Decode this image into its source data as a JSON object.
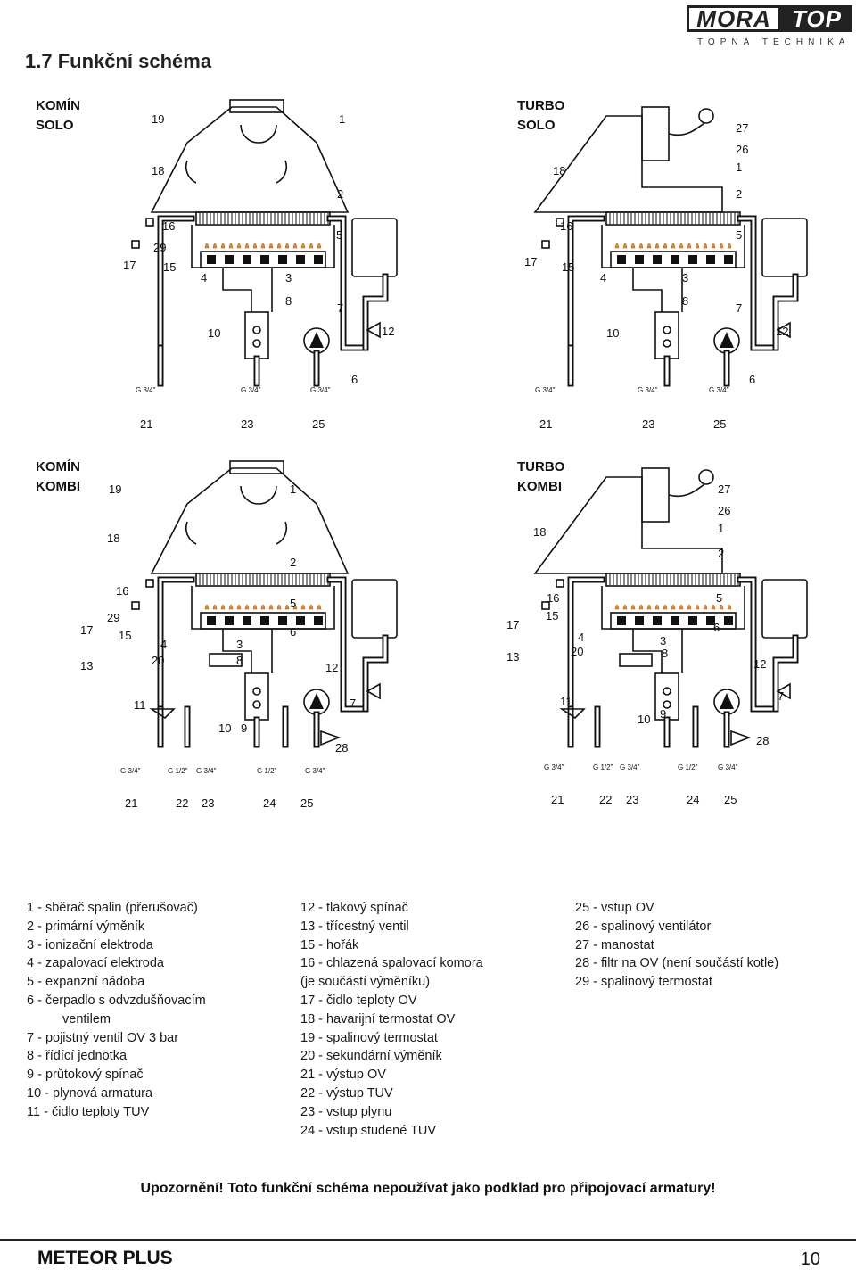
{
  "logo": {
    "main_left": "MORA",
    "main_right": "TOP",
    "tagline": "TOPNÁ TECHNIKA"
  },
  "page_title": "1.7 Funkční schéma",
  "diagrams": [
    {
      "label": "KOMÍN\nSOLO",
      "numbers": [
        "19",
        "1",
        "18",
        "2",
        "16",
        "29",
        "15",
        "17",
        "4",
        "3",
        "5",
        "8",
        "7",
        "10",
        "12",
        "6",
        "21",
        "23",
        "25"
      ],
      "connections": [
        "G 3/4\"",
        "G 3/4\"",
        "G 3/4\""
      ]
    },
    {
      "label": "TURBO\nSOLO",
      "numbers": [
        "27",
        "26",
        "1",
        "18",
        "2",
        "16",
        "5",
        "17",
        "15",
        "4",
        "3",
        "8",
        "7",
        "10",
        "12",
        "6",
        "21",
        "23",
        "25"
      ],
      "connections": [
        "G 3/4\"",
        "G 3/4\"",
        "G 3/4\""
      ]
    },
    {
      "label": "KOMÍN\nKOMBI",
      "numbers": [
        "19",
        "1",
        "18",
        "2",
        "16",
        "5",
        "29",
        "17",
        "15",
        "4",
        "3",
        "6",
        "13",
        "20",
        "8",
        "12",
        "11",
        "7",
        "10",
        "9",
        "28",
        "21",
        "22",
        "23",
        "24",
        "25"
      ],
      "connections": [
        "G 3/4\"",
        "G 1/2\"",
        "G 3/4\"",
        "G 1/2\"",
        "G 3/4\""
      ]
    },
    {
      "label": "TURBO\nKOMBI",
      "numbers": [
        "27",
        "26",
        "1",
        "18",
        "2",
        "16",
        "5",
        "15",
        "17",
        "4",
        "3",
        "6",
        "13",
        "20",
        "8",
        "12",
        "11",
        "7",
        "9",
        "10",
        "28",
        "21",
        "22",
        "23",
        "24",
        "25"
      ],
      "connections": [
        "G 3/4\"",
        "G 1/2\"",
        "G 3/4\"",
        "G 1/2\"",
        "G 3/4\""
      ]
    }
  ],
  "legend": {
    "col1": [
      "1 - sběrač spalin (přerušovač)",
      "2 - primární výměník",
      "3 - ionizační elektroda",
      "4 - zapalovací elektroda",
      "5 - expanzní nádoba",
      "6 - čerpadlo s odvzdušňovacím",
      "ventilem",
      "7 - pojistný ventil OV 3 bar",
      "8 - řídící jednotka",
      "9 - průtokový spínač",
      "10 - plynová armatura",
      "11 - čidlo teploty TUV"
    ],
    "col2": [
      "12 - tlakový spínač",
      "13 - třícestný ventil",
      "15 - hořák",
      "16 - chlazená spalovací komora",
      "(je součástí výměníku)",
      "17 - čidlo  teploty OV",
      "18 - havarijní termostat OV",
      "19 - spalinový termostat",
      "20 - sekundární výměník",
      "21 - výstup OV",
      "22 - výstup TUV",
      "23 - vstup plynu",
      "24 - vstup studené TUV"
    ],
    "col3": [
      "25 - vstup OV",
      "26 - spalinový ventilátor",
      "27 - manostat",
      "28 - filtr na OV  (není součástí kotle)",
      "29 - spalinový termostat"
    ]
  },
  "warning": "Upozornění! Toto funkční schéma nepoužívat jako podklad pro připojovací armatury!",
  "footer": {
    "title": "METEOR PLUS",
    "page": "10"
  }
}
